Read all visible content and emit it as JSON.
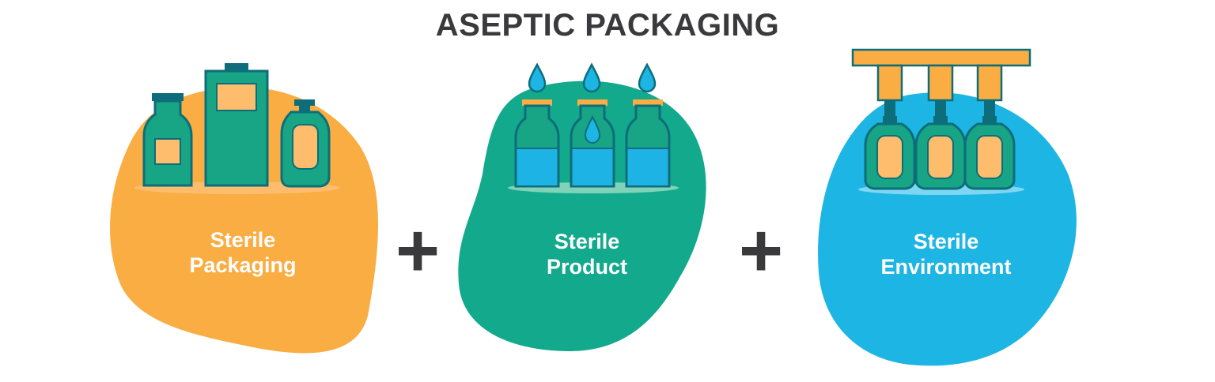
{
  "title": "ASEPTIC PACKAGING",
  "colors": {
    "orange": "#F9AD42",
    "green": "#13A98C",
    "blue": "#1DB5E3",
    "dark_teal": "#0E6D7A",
    "peach": "#FDBD6D",
    "bottle_green": "#17A585",
    "liquid_blue": "#1DB3E4",
    "text_dark": "#3A3A3C"
  },
  "steps": [
    {
      "label_line1": "Sterile",
      "label_line2": "Packaging",
      "icon": "packaging-containers"
    },
    {
      "label_line1": "Sterile",
      "label_line2": "Product",
      "icon": "filled-bottles"
    },
    {
      "label_line1": "Sterile",
      "label_line2": "Environment",
      "icon": "filling-machine"
    }
  ],
  "operators": [
    "+",
    "+"
  ]
}
